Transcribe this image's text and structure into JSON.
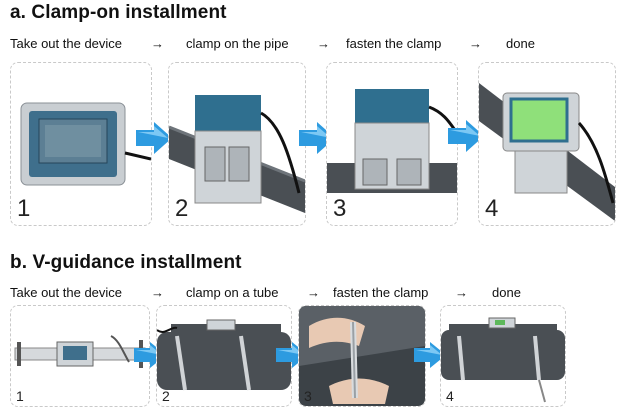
{
  "section_a": {
    "title": "a.  Clamp-on installment",
    "steps": [
      "Take out the device",
      "clamp  on the pipe",
      "fasten the clamp",
      "done"
    ],
    "arrow_glyph": "→",
    "panels": [
      {
        "number": "1",
        "icon": "flowmeter-device-icon"
      },
      {
        "number": "2",
        "icon": "clamp-pipe-icon"
      },
      {
        "number": "3",
        "icon": "fasten-clamp-icon"
      },
      {
        "number": "4",
        "icon": "installed-device-icon"
      }
    ]
  },
  "section_b": {
    "title": "b.  V-guidance installment",
    "steps": [
      "Take out the device",
      "clamp  on a tube",
      "fasten the clamp",
      "done"
    ],
    "arrow_glyph": "→",
    "panels": [
      {
        "number": "1",
        "icon": "v-guidance-rail-icon"
      },
      {
        "number": "2",
        "icon": "rail-on-tube-icon"
      },
      {
        "number": "3",
        "icon": "hands-fasten-icon"
      },
      {
        "number": "4",
        "icon": "rail-installed-icon"
      }
    ]
  },
  "colors": {
    "arrow_blue": "#2d9be0",
    "pipe": "#4a4f54",
    "device_body": "#cfd4d8",
    "device_top": "#2f6f8f",
    "screen_green": "#8fe07a"
  }
}
